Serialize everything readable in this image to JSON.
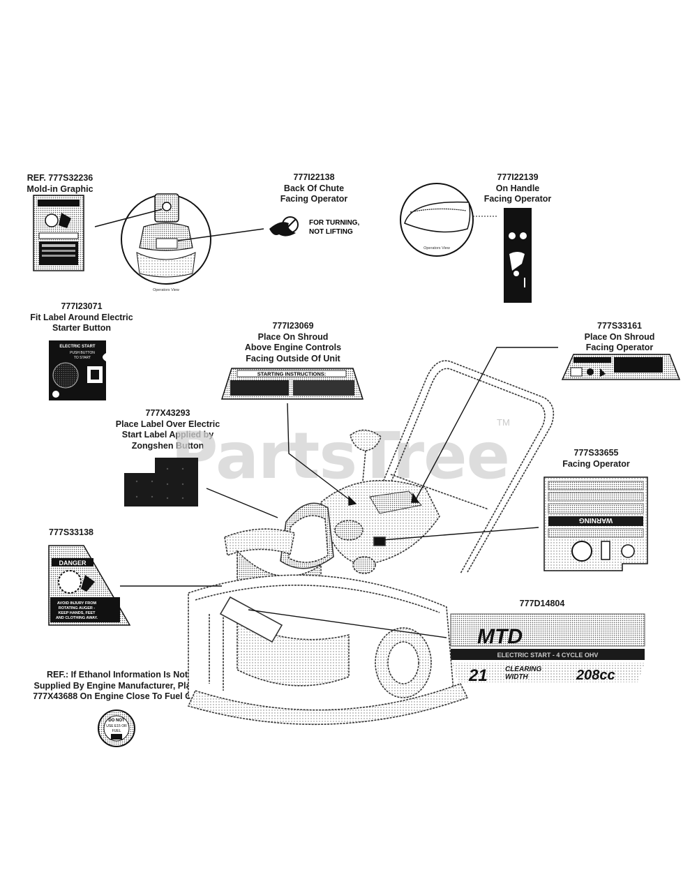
{
  "labels": {
    "l1": {
      "lines": [
        "REF. 777S32236",
        "Mold-in Graphic"
      ]
    },
    "l2": {
      "lines": [
        "777I22138",
        "Back Of Chute",
        "Facing Operator"
      ]
    },
    "l3": {
      "lines": [
        "777I22139",
        "On Handle",
        "Facing Operator"
      ]
    },
    "l4": {
      "lines": [
        "777I23071",
        "Fit Label Around Electric",
        "Starter Button"
      ]
    },
    "l5": {
      "lines": [
        "777I23069",
        "Place On Shroud",
        "Above Engine Controls",
        "Facing Outside Of Unit"
      ]
    },
    "l6": {
      "lines": [
        "777S33161",
        "Place On Shroud",
        "Facing Operator"
      ]
    },
    "l7": {
      "lines": [
        "777X43293",
        "Place Label Over Electric",
        "Start Label Applied by",
        "Zongshen Button"
      ]
    },
    "l8": {
      "lines": [
        "777S33655",
        "Facing Operator"
      ]
    },
    "l9": {
      "lines": [
        "777S33138"
      ]
    },
    "l10": {
      "lines": [
        "777D14804"
      ]
    },
    "l11": {
      "lines": [
        "REF.: If Ethanol Information Is Not",
        "Supplied By Engine Manufacturer, Place",
        "777X43688 On Engine Close To Fuel Cap"
      ]
    }
  },
  "decals": {
    "chute_text": [
      "FOR TURNING,",
      "NOT LIFTING"
    ],
    "operators_view": "Operators View",
    "starting_instructions": "STARTING INSTRUCTIONS:",
    "electric_start": "ELECTRIC START",
    "push_button": [
      "PUSH BUTTON",
      "TO START"
    ],
    "danger": "DANGER",
    "danger_text": [
      "AVOID INJURY FROM",
      "ROTATING AUGER -",
      "KEEP HANDS, FEET",
      "AND CLOTHING AWAY."
    ],
    "warning": "WARNING",
    "mtd_brand": "MTD",
    "electric_start_cycle": "ELECTRIC START - 4 CYCLE OHV",
    "clearing_width_num": "21",
    "clearing_width": [
      "CLEARING",
      "WIDTH"
    ],
    "engine_cc": "208cc",
    "ethanol": [
      "DO NOT",
      "USE E15 OR",
      "FUEL"
    ]
  },
  "watermark": {
    "text": "PartsTree",
    "tm": "TM"
  },
  "colors": {
    "ink": "#111111",
    "watermark": "#d2d2d2",
    "halftone": "#6a6a6a"
  }
}
